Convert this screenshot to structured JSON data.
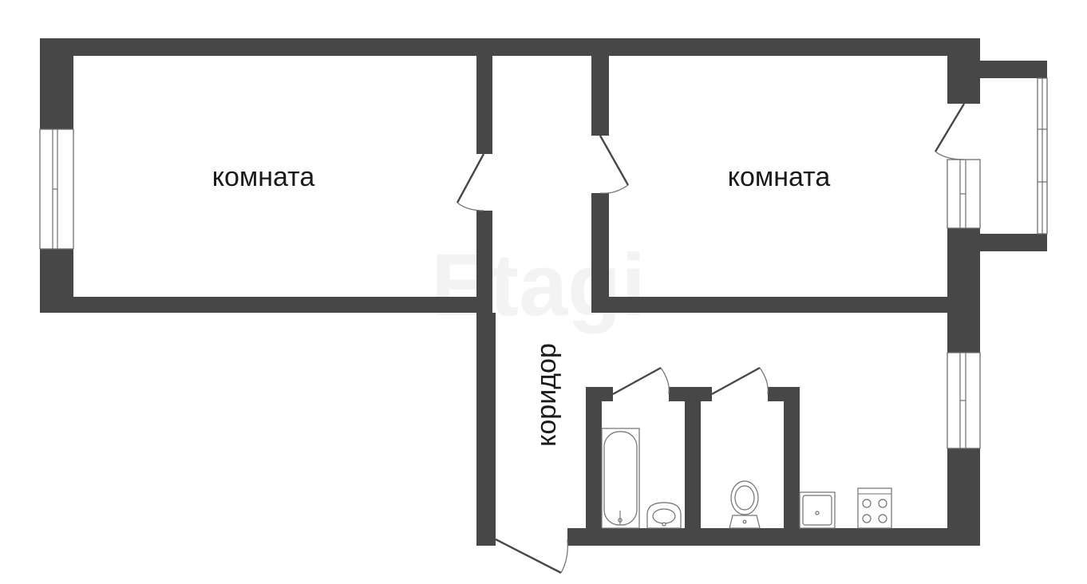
{
  "labels": {
    "room_left": "комната",
    "room_right": "комната",
    "corridor": "коридор"
  },
  "watermark": "Etagi",
  "colors": {
    "wall": "#474747",
    "fixture_stroke": "#707070",
    "background": "#ffffff"
  },
  "icons": [
    "window-icon",
    "door-swing-icon",
    "bathtub-icon",
    "sink-icon",
    "toilet-icon",
    "kitchen-sink-icon",
    "stove-icon"
  ]
}
